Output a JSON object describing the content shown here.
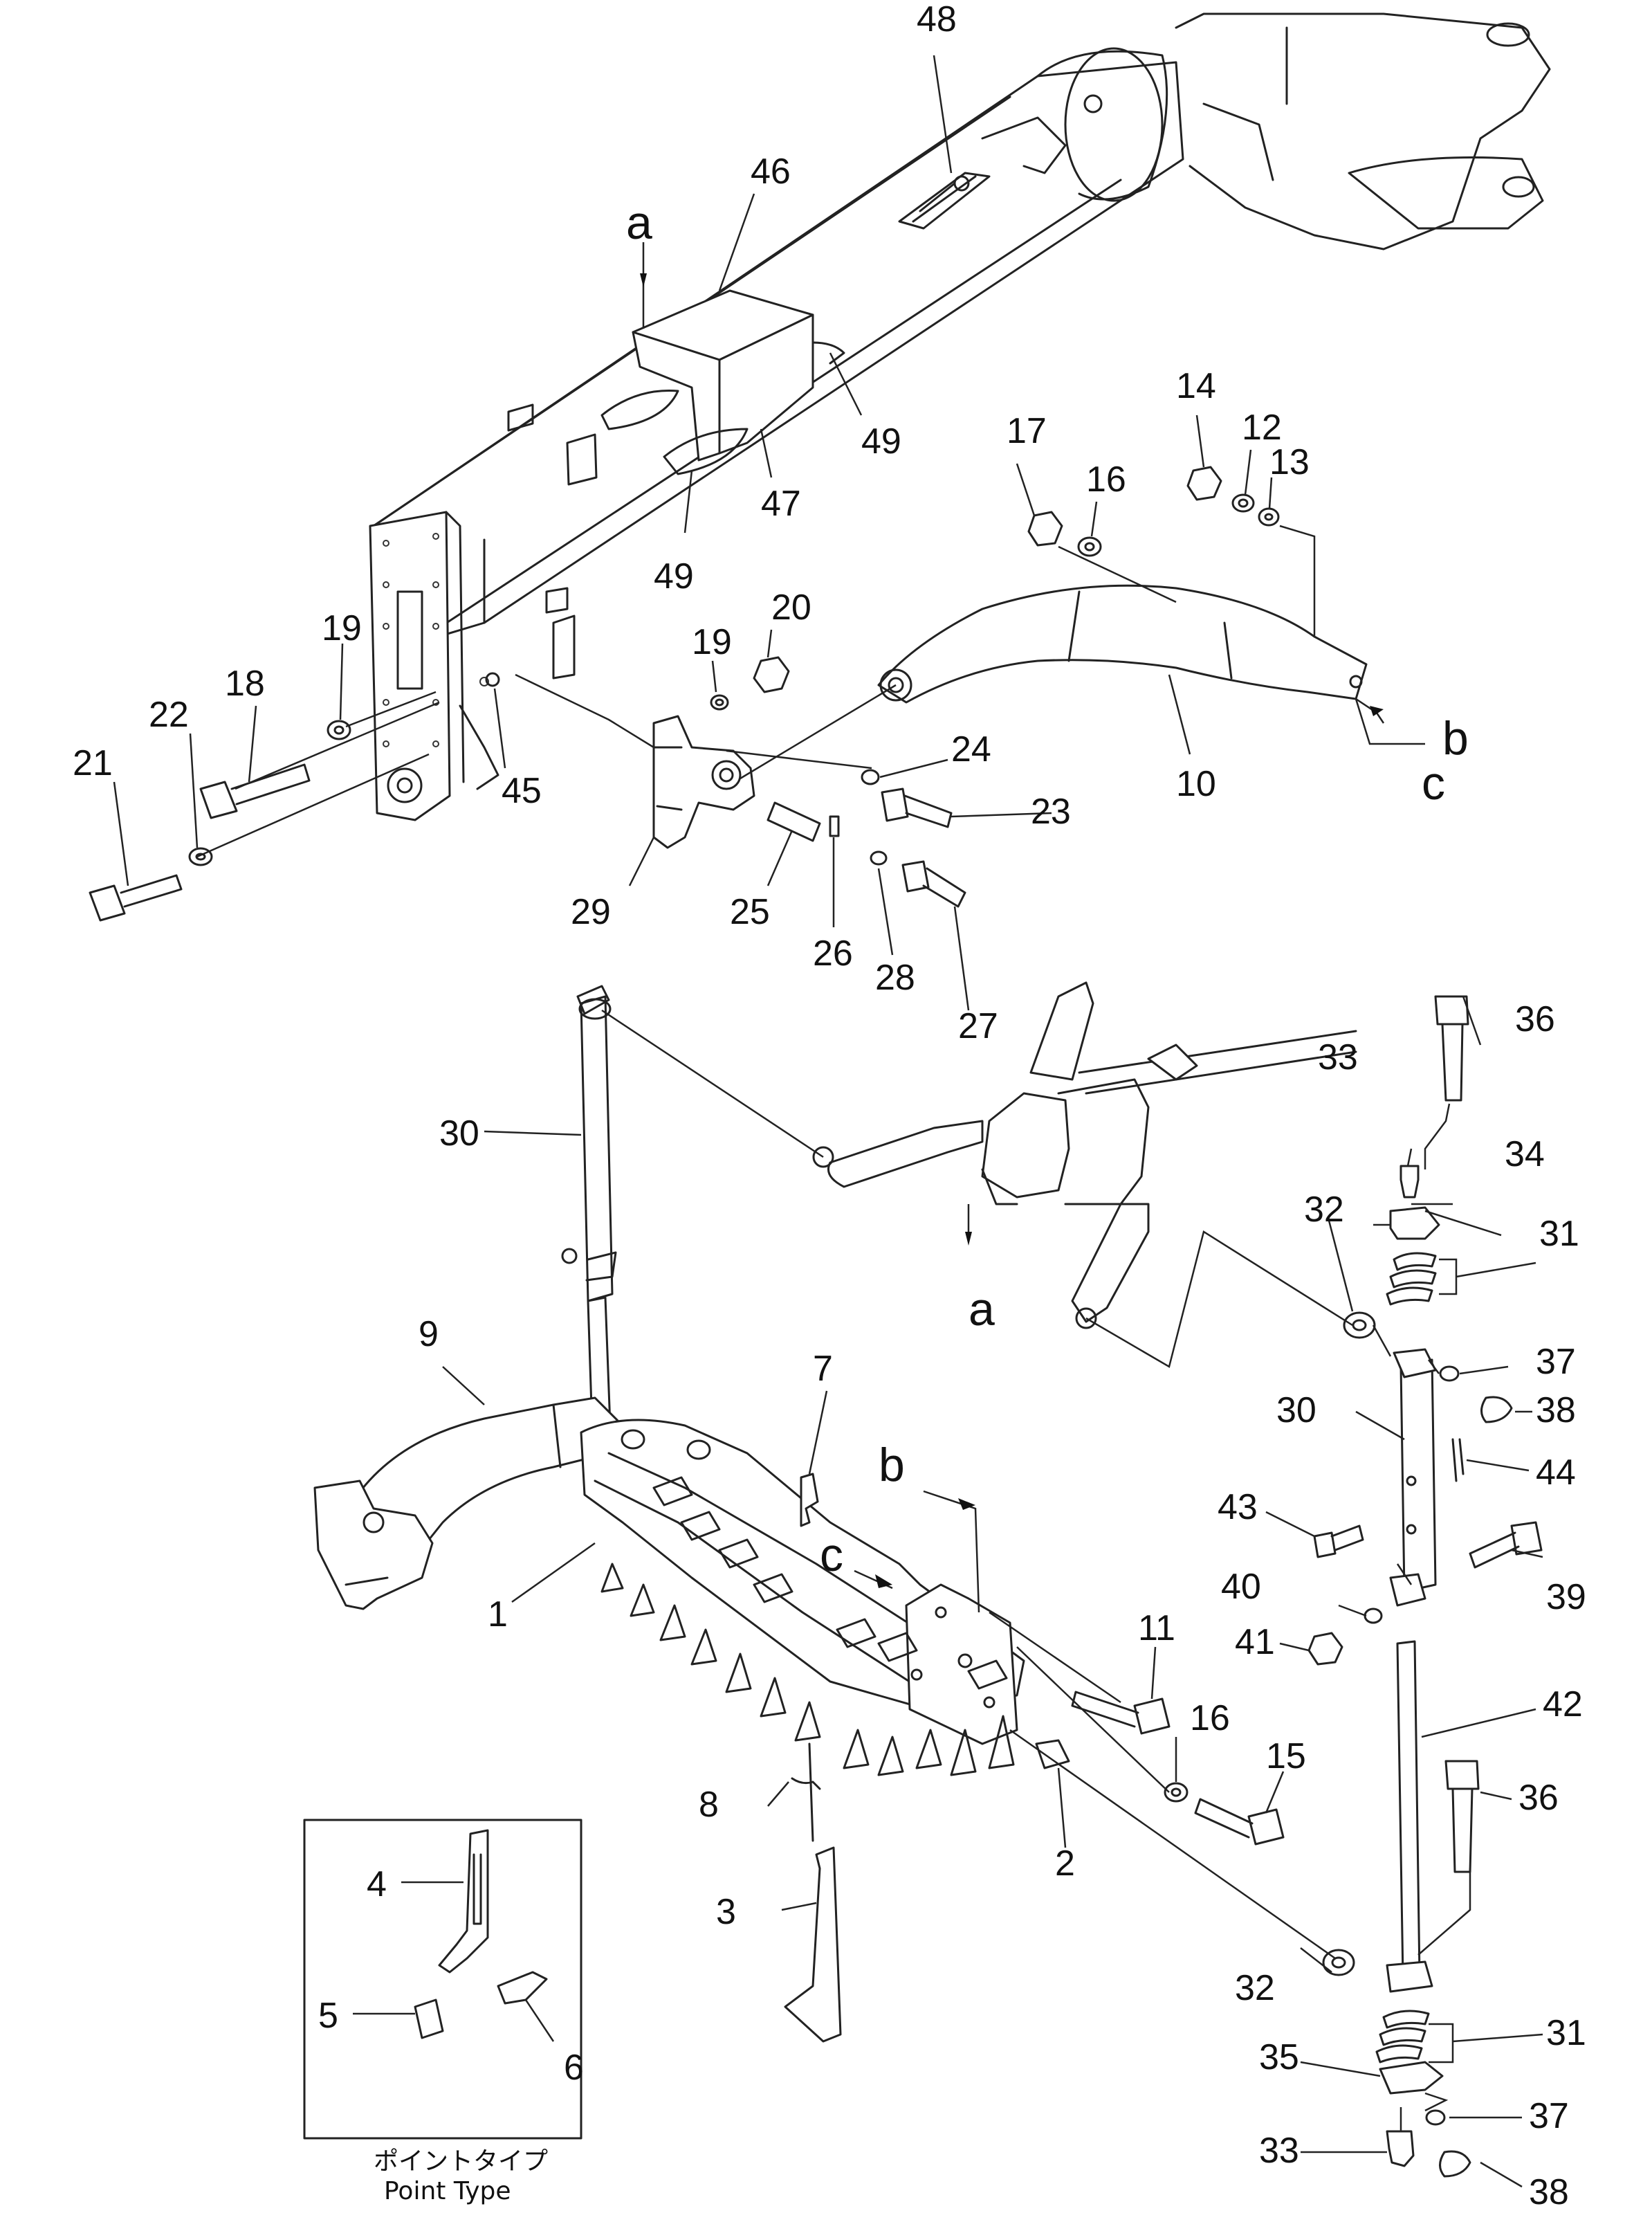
{
  "diagram": {
    "callouts": {
      "c1": "1",
      "c2": "2",
      "c3": "3",
      "c4": "4",
      "c5": "5",
      "c6": "6",
      "c7": "7",
      "c8": "8",
      "c9": "9",
      "c10": "10",
      "c11": "11",
      "c12": "12",
      "c13": "13",
      "c14": "14",
      "c15": "15",
      "c16a": "16",
      "c16b": "16",
      "c17": "17",
      "c18": "18",
      "c19a": "19",
      "c19b": "19",
      "c20": "20",
      "c21": "21",
      "c22": "22",
      "c23": "23",
      "c24": "24",
      "c25": "25",
      "c26": "26",
      "c27": "27",
      "c28": "28",
      "c29": "29",
      "c30a": "30",
      "c30b": "30",
      "c31a": "31",
      "c31b": "31",
      "c32a": "32",
      "c32b": "32",
      "c33a": "33",
      "c33b": "33",
      "c34": "34",
      "c35": "35",
      "c36a": "36",
      "c36b": "36",
      "c37a": "37",
      "c37b": "37",
      "c38a": "38",
      "c38b": "38",
      "c39": "39",
      "c40": "40",
      "c41": "41",
      "c42": "42",
      "c43": "43",
      "c44": "44",
      "c45": "45",
      "c46": "46",
      "c47": "47",
      "c48": "48",
      "c49a": "49",
      "c49b": "49"
    },
    "reference_letters": {
      "a_top": "a",
      "a_bottom": "a",
      "b_top": "b",
      "b_bottom": "b",
      "c_top": "c",
      "c_bottom": "c"
    },
    "inset": {
      "title_jp": "ポイントタイプ",
      "title_en": "Point Type"
    }
  }
}
